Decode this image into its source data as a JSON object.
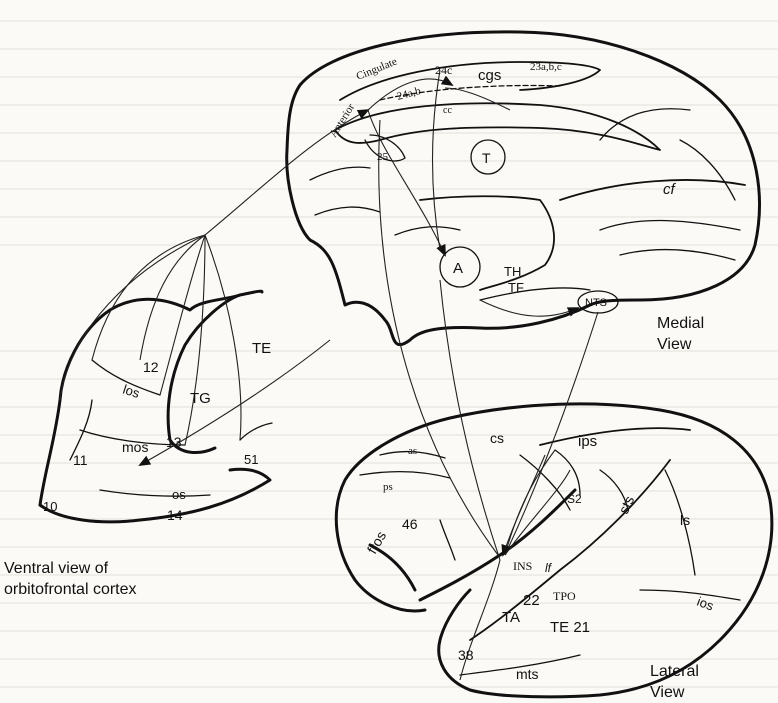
{
  "views": {
    "medial": [
      "Medial",
      "View"
    ],
    "lateral": [
      "Lateral",
      "View"
    ],
    "ventral": [
      "Ventral view of",
      "orbitofrontal cortex"
    ]
  },
  "labels": {
    "anterior": "Anterior",
    "cingulate": "Cingulate",
    "a24ab": "24a,b",
    "a24c": "24c",
    "cgs": "cgs",
    "a23abc": "23a,b,c",
    "cc": "cc",
    "a25": "25",
    "T": "T",
    "cf": "cf",
    "A": "A",
    "TH": "TH",
    "TF": "TF",
    "NTS": "NTS",
    "a12": "12",
    "TE": "TE",
    "TG": "TG",
    "los": "los",
    "mos": "mos",
    "a11": "11",
    "a13": "13",
    "a51": "51",
    "a10": "10",
    "os": "os",
    "a14": "14",
    "cs": "cs",
    "ips": "ips",
    "as": "as",
    "ps": "ps",
    "a46": "46",
    "fros": "fros",
    "S2": "S2",
    "sts": "sts",
    "ls": "ls",
    "INS": "INS",
    "lf": "lf",
    "TPO": "TPO",
    "a22": "22",
    "TA": "TA",
    "TE21": "TE 21",
    "ios": "ios",
    "a38": "38",
    "mts": "mts"
  }
}
